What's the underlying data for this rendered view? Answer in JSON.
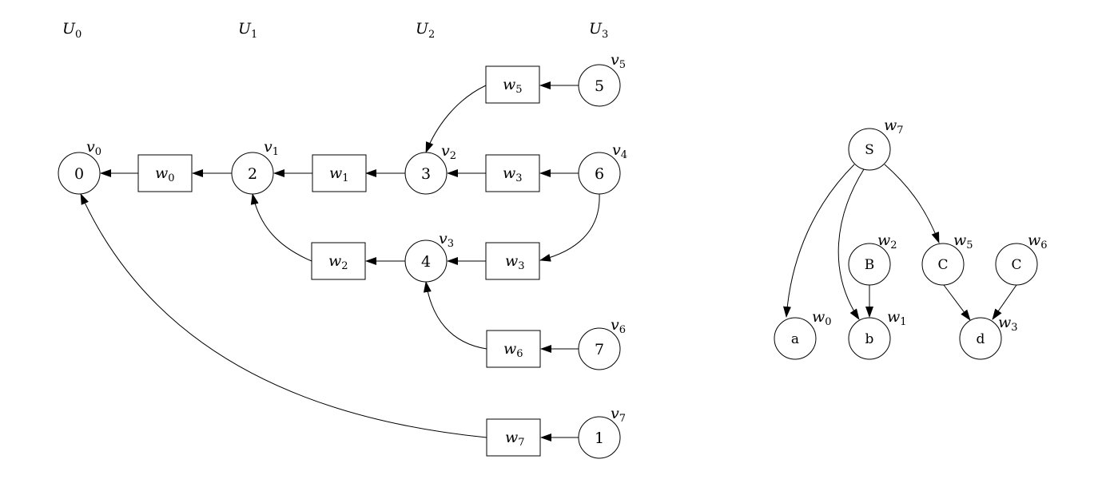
{
  "columns": [
    {
      "id": "U0",
      "base": "U",
      "sub": "0"
    },
    {
      "id": "U1",
      "base": "U",
      "sub": "1"
    },
    {
      "id": "U2",
      "base": "U",
      "sub": "2"
    },
    {
      "id": "U3",
      "base": "U",
      "sub": "3"
    }
  ],
  "left_graph": {
    "vertex_nodes": [
      {
        "id": "n0",
        "label": "0",
        "tag_base": "v",
        "tag_sub": "0"
      },
      {
        "id": "n2",
        "label": "2",
        "tag_base": "v",
        "tag_sub": "1"
      },
      {
        "id": "n3",
        "label": "3",
        "tag_base": "v",
        "tag_sub": "2"
      },
      {
        "id": "n4",
        "label": "4",
        "tag_base": "v",
        "tag_sub": "3"
      },
      {
        "id": "n5",
        "label": "5",
        "tag_base": "v",
        "tag_sub": "5"
      },
      {
        "id": "n6",
        "label": "6",
        "tag_base": "v",
        "tag_sub": "4"
      },
      {
        "id": "n7",
        "label": "7",
        "tag_base": "v",
        "tag_sub": "6"
      },
      {
        "id": "n1",
        "label": "1",
        "tag_base": "v",
        "tag_sub": "7"
      }
    ],
    "box_nodes": [
      {
        "id": "bw0",
        "base": "w",
        "sub": "0"
      },
      {
        "id": "bw1",
        "base": "w",
        "sub": "1"
      },
      {
        "id": "bw2",
        "base": "w",
        "sub": "2"
      },
      {
        "id": "bw5",
        "base": "w",
        "sub": "5"
      },
      {
        "id": "bw3a",
        "base": "w",
        "sub": "3"
      },
      {
        "id": "bw3b",
        "base": "w",
        "sub": "3"
      },
      {
        "id": "bw6",
        "base": "w",
        "sub": "6"
      },
      {
        "id": "bw7",
        "base": "w",
        "sub": "7"
      }
    ],
    "edges": [
      {
        "from": "bw0",
        "to": "n0"
      },
      {
        "from": "n2",
        "to": "bw0"
      },
      {
        "from": "bw1",
        "to": "n2"
      },
      {
        "from": "n3",
        "to": "bw1"
      },
      {
        "from": "bw3a",
        "to": "n3"
      },
      {
        "from": "n6",
        "to": "bw3a"
      },
      {
        "from": "n5",
        "to": "bw5"
      },
      {
        "from": "bw5",
        "to": "n3"
      },
      {
        "from": "n6",
        "to": "bw3b"
      },
      {
        "from": "bw3b",
        "to": "n4"
      },
      {
        "from": "n4",
        "to": "bw2"
      },
      {
        "from": "bw2",
        "to": "n2"
      },
      {
        "from": "n7",
        "to": "bw6"
      },
      {
        "from": "bw6",
        "to": "n4"
      },
      {
        "from": "n1",
        "to": "bw7"
      },
      {
        "from": "bw7",
        "to": "n0"
      }
    ]
  },
  "right_tree": {
    "nodes": [
      {
        "id": "S",
        "label": "S",
        "tag_base": "w",
        "tag_sub": "7"
      },
      {
        "id": "B",
        "label": "B",
        "tag_base": "w",
        "tag_sub": "2"
      },
      {
        "id": "C5",
        "label": "C",
        "tag_base": "w",
        "tag_sub": "5"
      },
      {
        "id": "C6",
        "label": "C",
        "tag_base": "w",
        "tag_sub": "6"
      },
      {
        "id": "a",
        "label": "a",
        "tag_base": "w",
        "tag_sub": "0"
      },
      {
        "id": "b",
        "label": "b",
        "tag_base": "w",
        "tag_sub": "1"
      },
      {
        "id": "d",
        "label": "d",
        "tag_base": "w",
        "tag_sub": "3"
      }
    ],
    "edges": [
      {
        "from": "S",
        "to": "a"
      },
      {
        "from": "S",
        "to": "b"
      },
      {
        "from": "S",
        "to": "C5"
      },
      {
        "from": "B",
        "to": "b"
      },
      {
        "from": "C5",
        "to": "d"
      },
      {
        "from": "C6",
        "to": "d"
      }
    ]
  }
}
